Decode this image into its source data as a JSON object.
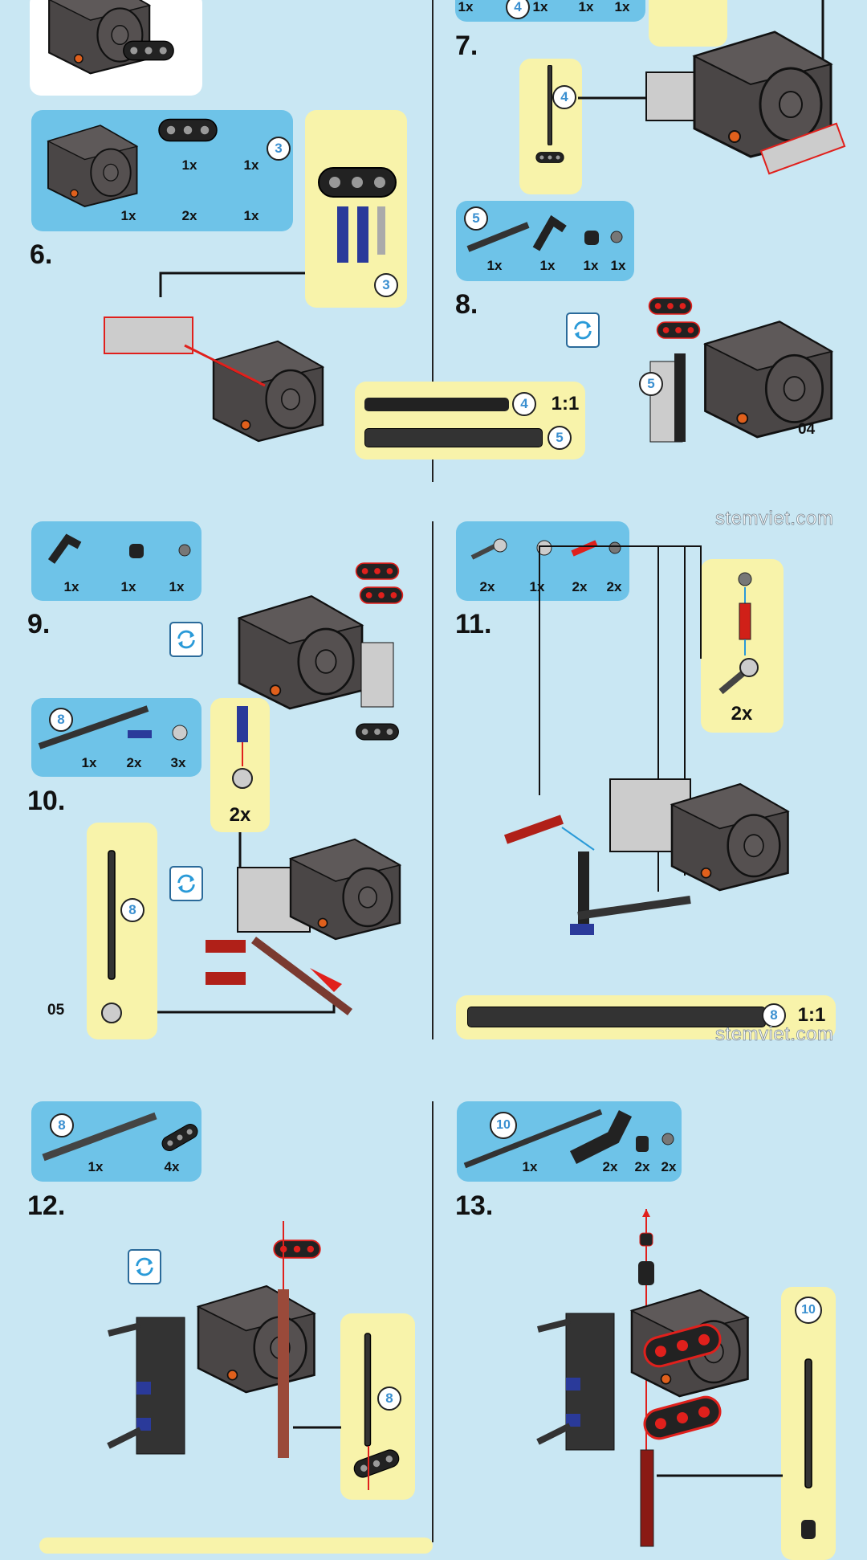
{
  "watermark": "stemviet.com",
  "page_labels": {
    "a": "04",
    "b": "05"
  },
  "colors": {
    "background": "#c9e7f3",
    "parts_box": "#6ec3e8",
    "callout": "#f8f3aa",
    "highlight": "#e0201c",
    "callout_number": "#3a8fd0"
  },
  "steps": {
    "s6": {
      "label": "6.",
      "parts_counts": [
        "1x",
        "1x",
        "1x",
        "2x",
        "1x"
      ],
      "parts_ref": "3",
      "callout_ref": "3"
    },
    "s7": {
      "label": "7.",
      "parts_counts": [
        "1x",
        "1x",
        "1x",
        "1x"
      ],
      "parts_ref": "4",
      "callout_ref": "4"
    },
    "s8": {
      "label": "8.",
      "parts_counts": [
        "1x",
        "1x",
        "1x",
        "1x"
      ],
      "parts_ref": "5",
      "model_ref": "5"
    },
    "scale_a": {
      "ref_1": "4",
      "ratio": "1:1",
      "ref_2": "5"
    },
    "s9": {
      "label": "9.",
      "parts_counts": [
        "1x",
        "1x",
        "1x"
      ]
    },
    "s10": {
      "label": "10.",
      "parts_counts": [
        "1x",
        "2x",
        "3x"
      ],
      "parts_ref": "8",
      "callout_qty": "2x",
      "callout_ref": "8"
    },
    "s11": {
      "label": "11.",
      "parts_counts": [
        "2x",
        "1x",
        "2x",
        "2x"
      ],
      "callout_qty": "2x"
    },
    "scale_b": {
      "ref": "8",
      "ratio": "1:1"
    },
    "s12": {
      "label": "12.",
      "parts_counts": [
        "1x",
        "4x"
      ],
      "parts_ref": "8",
      "callout_ref": "8"
    },
    "s13": {
      "label": "13.",
      "parts_counts": [
        "1x",
        "2x",
        "2x",
        "2x"
      ],
      "parts_ref": "10",
      "callout_ref": "10"
    }
  },
  "icons": {
    "rotate": "rotate-model-icon"
  }
}
